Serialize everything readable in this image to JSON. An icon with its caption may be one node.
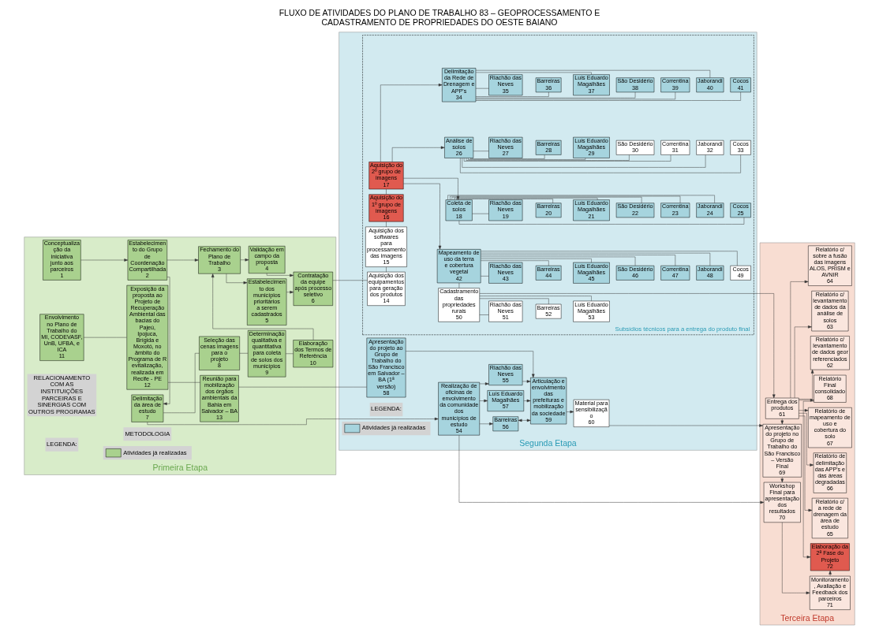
{
  "diagram": {
    "title": "FLUXO DE ATIVIDADES DO PLANO DE TRABALHO 83 – GEOPROCESSAMENTO E CADASTRAMENTO DE PROPRIEDADES DO OESTE BAIANO",
    "nodes": [
      {
        "text": [
          "Primeira Etapa"
        ]
      },
      {
        "text": [
          "Conceptualização da iniciativa junto aos parceiros",
          "1"
        ],
        "in": 0
      },
      {
        "text": [
          "Estabelecimento do Grupo de Coordenação Compartilhada",
          "2"
        ],
        "in": 0
      },
      {
        "text": [
          "Fechamento do Plano de Trabalho",
          "3"
        ],
        "in": 0
      },
      {
        "text": [
          "Validação em campo da proposta",
          "4"
        ],
        "in": 0
      },
      {
        "text": [
          "Estabelecimento dos municípios prioritários a serem cadastrados",
          "5"
        ],
        "in": 0
      },
      {
        "text": [
          "Contratação da equipe após processo seletivo",
          "6"
        ],
        "in": 0
      },
      {
        "text": [
          "Delimitação da área de estudo",
          "7"
        ],
        "in": 0
      },
      {
        "text": [
          "Seleção das cenas imagens para o projeto",
          "8"
        ],
        "in": 0
      },
      {
        "text": [
          "Determinação qualitativa e quantitativa para coleta de solos dos municípios",
          "9"
        ],
        "in": 0
      },
      {
        "text": [
          "Elaboração dos Termos de Referência",
          "10"
        ],
        "in": 0
      },
      {
        "text": [
          "Envolvimento no Plano de Trabalho do MI, CODEVASF, UnB, UFBA, e ICA",
          "11"
        ],
        "in": 0
      },
      {
        "text": [
          "Exposição da proposta ao Projeto de Recuperação Ambiental das bacias do Pajeú, Ipojuca, Brígida e Moxotó, no âmbito do Programa de Revitalização, realizada em Recife - PE",
          "12"
        ],
        "in": 0
      },
      {
        "text": [
          "Reunião para mobilização dos órgãos ambientais da Bahia em Salvador – BA",
          "13"
        ],
        "in": 0
      },
      {
        "text": [
          "Segunda Etapa"
        ]
      },
      {
        "text": [
          "Subsídios técnicos para a entrega do produto final"
        ],
        "in": 14
      },
      {
        "text": [
          "Aquisição dos equipamentos para geração dos produtos",
          "14"
        ],
        "in": 15
      },
      {
        "text": [
          "Aquisição dos softwares para processamento das imagens",
          "15"
        ],
        "in": 15
      },
      {
        "text": [
          "Aquisição do 1º grupo de imagens",
          "16"
        ],
        "in": 15
      },
      {
        "text": [
          "Aquisição do 2º grupo de imagens",
          "17"
        ],
        "in": 15
      },
      {
        "text": [
          "Coleta de solos",
          "18"
        ],
        "in": 15
      },
      {
        "text": [
          "Riachão das Neves",
          "19"
        ],
        "in": 15
      },
      {
        "text": [
          "Barreiras",
          "20"
        ],
        "in": 15
      },
      {
        "text": [
          "Luís Eduardo Magalhães",
          "21"
        ],
        "in": 15
      },
      {
        "text": [
          "São Desidério",
          "22"
        ],
        "in": 15
      },
      {
        "text": [
          "Correntina",
          "23"
        ],
        "in": 15
      },
      {
        "text": [
          "Jaborandi",
          "24"
        ],
        "in": 15
      },
      {
        "text": [
          "Cocos",
          "25"
        ],
        "in": 15
      },
      {
        "text": [
          "Análise de solos",
          "26"
        ],
        "in": 15
      },
      {
        "text": [
          "Riachão das Neves",
          "27"
        ],
        "in": 15
      },
      {
        "text": [
          "Barreiras",
          "28"
        ],
        "in": 15
      },
      {
        "text": [
          "Luís Eduardo Magalhães",
          "29"
        ],
        "in": 15
      },
      {
        "text": [
          "São Desidério",
          "30"
        ],
        "in": 15
      },
      {
        "text": [
          "Correntina",
          "31"
        ],
        "in": 15
      },
      {
        "text": [
          "Jaborandi",
          "32"
        ],
        "in": 15
      },
      {
        "text": [
          "Cocos",
          "33"
        ],
        "in": 15
      },
      {
        "text": [
          "Delimitação da Rede de Drenagem e APP's",
          "34"
        ],
        "in": 15
      },
      {
        "text": [
          "Riachão das Neves",
          "35"
        ],
        "in": 15
      },
      {
        "text": [
          "Barreiras",
          "36"
        ],
        "in": 15
      },
      {
        "text": [
          "Luís Eduardo Magalhães",
          "37"
        ],
        "in": 15
      },
      {
        "text": [
          "São Desidério",
          "38"
        ],
        "in": 15
      },
      {
        "text": [
          "Correntina",
          "39"
        ],
        "in": 15
      },
      {
        "text": [
          "Jaborandi",
          "40"
        ],
        "in": 15
      },
      {
        "text": [
          "Cocos",
          "41"
        ],
        "in": 15
      },
      {
        "text": [
          "Mapeamento de uso da terra e cobertura vegetal",
          "42"
        ],
        "in": 15
      },
      {
        "text": [
          "Riachão das Neves",
          "43"
        ],
        "in": 15
      },
      {
        "text": [
          "Barreiras",
          "44"
        ],
        "in": 15
      },
      {
        "text": [
          "Luís Eduardo Magalhães",
          "45"
        ],
        "in": 15
      },
      {
        "text": [
          "São Desidério",
          "46"
        ],
        "in": 15
      },
      {
        "text": [
          "Correntina",
          "47"
        ],
        "in": 15
      },
      {
        "text": [
          "Jaborandi",
          "48"
        ],
        "in": 15
      },
      {
        "text": [
          "Cocos",
          "49"
        ],
        "in": 15
      },
      {
        "text": [
          "Cadastramento das propriedades rurais",
          "50"
        ],
        "in": 15
      },
      {
        "text": [
          "Riachão das Neves",
          "51"
        ],
        "in": 15
      },
      {
        "text": [
          "Barreiras",
          "52"
        ],
        "in": 15
      },
      {
        "text": [
          "Luís Eduardo Magalhães",
          "53"
        ],
        "in": 15
      },
      {
        "text": [
          "Realização de oficinas de envolvimento da comunidade dos municípios de estudo",
          "54"
        ],
        "in": 14
      },
      {
        "text": [
          "Riachão das Neves",
          "55"
        ],
        "in": 14
      },
      {
        "text": [
          "Barreiras",
          "56"
        ],
        "in": 14
      },
      {
        "text": [
          "Luís Eduardo Magalhães",
          "57"
        ],
        "in": 14
      },
      {
        "text": [
          "Apresentação do projeto ao Grupo de Trabalho do São Francisco em Salvador – BA (1ª versão)",
          "58"
        ],
        "in": 14
      },
      {
        "text": [
          "Articulação e envolvimento das prefeituras e mobilização da sociedade",
          "59"
        ],
        "in": 14
      },
      {
        "text": [
          "Material para sensibilização",
          "60"
        ],
        "in": 14
      },
      {
        "text": [
          "Terceira Etapa"
        ]
      },
      {
        "text": [
          "Entrega dos produtos",
          "61"
        ],
        "in": 63
      },
      {
        "text": [
          "Relatório c/ levantamento de dados georreferenciados",
          "62"
        ],
        "in": 63
      },
      {
        "text": [
          "Relatório c/ levantamento de dados da análise de solos",
          "63"
        ],
        "in": 63
      },
      {
        "text": [
          "Relatório c/ sobre a fusão das imagens ALOS, PRISM e AVNIR",
          "64"
        ],
        "in": 63
      },
      {
        "text": [
          "Relatório c/ a rede de drenagem da área de estudo",
          "65"
        ],
        "in": 63
      },
      {
        "text": [
          "Relatório de delimitação das APP's e das áreas degradadas",
          "66"
        ],
        "in": 63
      },
      {
        "text": [
          "Relatório de mapeamento de uso e cobertura do solo",
          "67"
        ],
        "in": 63
      },
      {
        "text": [
          "Relatório Final consolidado",
          "68"
        ],
        "in": 63
      },
      {
        "text": [
          "Apresentação do projeto no Grupo de Trabalho do São Francisco – Versão Final",
          "69"
        ],
        "in": 63
      },
      {
        "text": [
          "Workshop Final para apresentação dos resultados",
          "70"
        ],
        "in": 63
      },
      {
        "text": [
          "Monitoramento, Avaliação e Feedback dos parceiros",
          "71"
        ],
        "in": 63
      },
      {
        "text": [
          "Elaboração da 2ª Fase do Projeto",
          "72"
        ],
        "in": 63
      }
    ],
    "edges": [
      {
        "from": 1,
        "to": 2,
        "arrow": "to"
      },
      {
        "from": 2,
        "to": 3,
        "arrow": "to"
      },
      {
        "from": 2,
        "to": 7,
        "arrow": "to"
      },
      {
        "from": 10,
        "to": 3,
        "arrow": "to"
      },
      {
        "from": 7,
        "to": 8,
        "arrow": "none"
      },
      {
        "from": 8,
        "to": 9,
        "arrow": "none"
      },
      {
        "from": 9,
        "to": 10,
        "arrow": "none"
      },
      {
        "from": 3,
        "to": 4,
        "arrow": "to"
      },
      {
        "from": 4,
        "to": 6,
        "arrow": "to"
      },
      {
        "from": 3,
        "to": 5,
        "arrow": "to"
      },
      {
        "from": 5,
        "to": 6,
        "arrow": "to"
      },
      {
        "from": 7,
        "to": 56,
        "arrow": "to"
      },
      {
        "from": 6,
        "to": 16,
        "arrow": "none"
      },
      {
        "from": 16,
        "to": 17,
        "arrow": "none"
      },
      {
        "from": 17,
        "to": 18,
        "arrow": "none"
      },
      {
        "from": 18,
        "to": 19,
        "arrow": "none"
      },
      {
        "from": 19,
        "to": 20,
        "arrow": "to"
      },
      {
        "from": 19,
        "to": 28,
        "arrow": "to"
      },
      {
        "from": 19,
        "to": 36,
        "arrow": "to"
      },
      {
        "from": 19,
        "to": 44,
        "arrow": "to"
      },
      {
        "from": 20,
        "to": 21,
        "arrow": "none"
      },
      {
        "from": 20,
        "to": 22,
        "arrow": "none"
      },
      {
        "from": 20,
        "to": 23,
        "arrow": "none"
      },
      {
        "from": 20,
        "to": 24,
        "arrow": "none"
      },
      {
        "from": 20,
        "to": 25,
        "arrow": "none"
      },
      {
        "from": 20,
        "to": 26,
        "arrow": "none"
      },
      {
        "from": 20,
        "to": 27,
        "arrow": "none"
      },
      {
        "from": 28,
        "to": 29,
        "arrow": "none"
      },
      {
        "from": 28,
        "to": 30,
        "arrow": "none"
      },
      {
        "from": 28,
        "to": 31,
        "arrow": "none"
      },
      {
        "from": 28,
        "to": 32,
        "arrow": "none"
      },
      {
        "from": 28,
        "to": 33,
        "arrow": "none"
      },
      {
        "from": 28,
        "to": 34,
        "arrow": "none"
      },
      {
        "from": 28,
        "to": 35,
        "arrow": "none"
      },
      {
        "from": 36,
        "to": 37,
        "arrow": "none"
      },
      {
        "from": 36,
        "to": 38,
        "arrow": "none"
      },
      {
        "from": 36,
        "to": 39,
        "arrow": "none"
      },
      {
        "from": 36,
        "to": 40,
        "arrow": "none"
      },
      {
        "from": 36,
        "to": 41,
        "arrow": "none"
      },
      {
        "from": 36,
        "to": 42,
        "arrow": "none"
      },
      {
        "from": 36,
        "to": 43,
        "arrow": "none"
      },
      {
        "from": 44,
        "to": 45,
        "arrow": "none"
      },
      {
        "from": 44,
        "to": 46,
        "arrow": "none"
      },
      {
        "from": 44,
        "to": 47,
        "arrow": "none"
      },
      {
        "from": 44,
        "to": 48,
        "arrow": "none"
      },
      {
        "from": 44,
        "to": 49,
        "arrow": "none"
      },
      {
        "from": 44,
        "to": 50,
        "arrow": "none"
      },
      {
        "from": 44,
        "to": 51,
        "arrow": "none"
      },
      {
        "from": 44,
        "to": 52,
        "arrow": "none"
      },
      {
        "from": 52,
        "to": 53,
        "arrow": "none"
      },
      {
        "from": 52,
        "to": 54,
        "arrow": "none"
      },
      {
        "from": 52,
        "to": 55,
        "arrow": "none"
      },
      {
        "from": 52,
        "to": 64,
        "arrow": "to"
      },
      {
        "from": 56,
        "to": 57,
        "arrow": "to"
      },
      {
        "from": 56,
        "to": 58,
        "arrow": "to"
      },
      {
        "from": 56,
        "to": 59,
        "arrow": "to"
      },
      {
        "from": 57,
        "to": 61,
        "arrow": "to"
      },
      {
        "from": 58,
        "to": 61,
        "arrow": "both"
      },
      {
        "from": 59,
        "to": 61,
        "arrow": "to"
      },
      {
        "from": 56,
        "to": 73,
        "arrow": "to"
      },
      {
        "from": 11,
        "to": 12,
        "arrow": "none"
      },
      {
        "from": 12,
        "to": 13,
        "arrow": "none"
      },
      {
        "from": 13,
        "to": 60,
        "arrow": "none"
      },
      {
        "from": 60,
        "to": 61,
        "arrow": "to"
      },
      {
        "from": 61,
        "to": 62,
        "arrow": "to"
      },
      {
        "from": 62,
        "to": 72,
        "arrow": "to"
      },
      {
        "from": 64,
        "to": 72,
        "arrow": "to"
      },
      {
        "from": 72,
        "to": 73,
        "arrow": "to"
      },
      {
        "from": 73,
        "to": 74,
        "arrow": "to"
      },
      {
        "from": 74,
        "to": 75,
        "arrow": "to"
      },
      {
        "from": 64,
        "to": 65,
        "arrow": "to"
      },
      {
        "from": 64,
        "to": 66,
        "arrow": "to"
      },
      {
        "from": 64,
        "to": 67,
        "arrow": "to"
      },
      {
        "from": 64,
        "to": 68,
        "arrow": "to"
      },
      {
        "from": 64,
        "to": 69,
        "arrow": "to"
      },
      {
        "from": 64,
        "to": 70,
        "arrow": "to"
      },
      {
        "from": 64,
        "to": 71,
        "arrow": "to"
      },
      {
        "from": 71,
        "to": 75,
        "arrow": "to"
      }
    ],
    "labels": [
      "METODOLOGIA",
      "RELACIONAMENTO COM AS INSTITUIÇÕES PARCEIRAS E SINERGIAS COM OUTROS PROGRAMAS",
      "LEGENDA:",
      "LEGENDA:"
    ],
    "legend": [
      {
        "text": "Atividades já realizadas",
        "color": "#a9d18e"
      },
      {
        "text": "Atividades já realizadas",
        "color": "#a6d4de"
      }
    ]
  }
}
